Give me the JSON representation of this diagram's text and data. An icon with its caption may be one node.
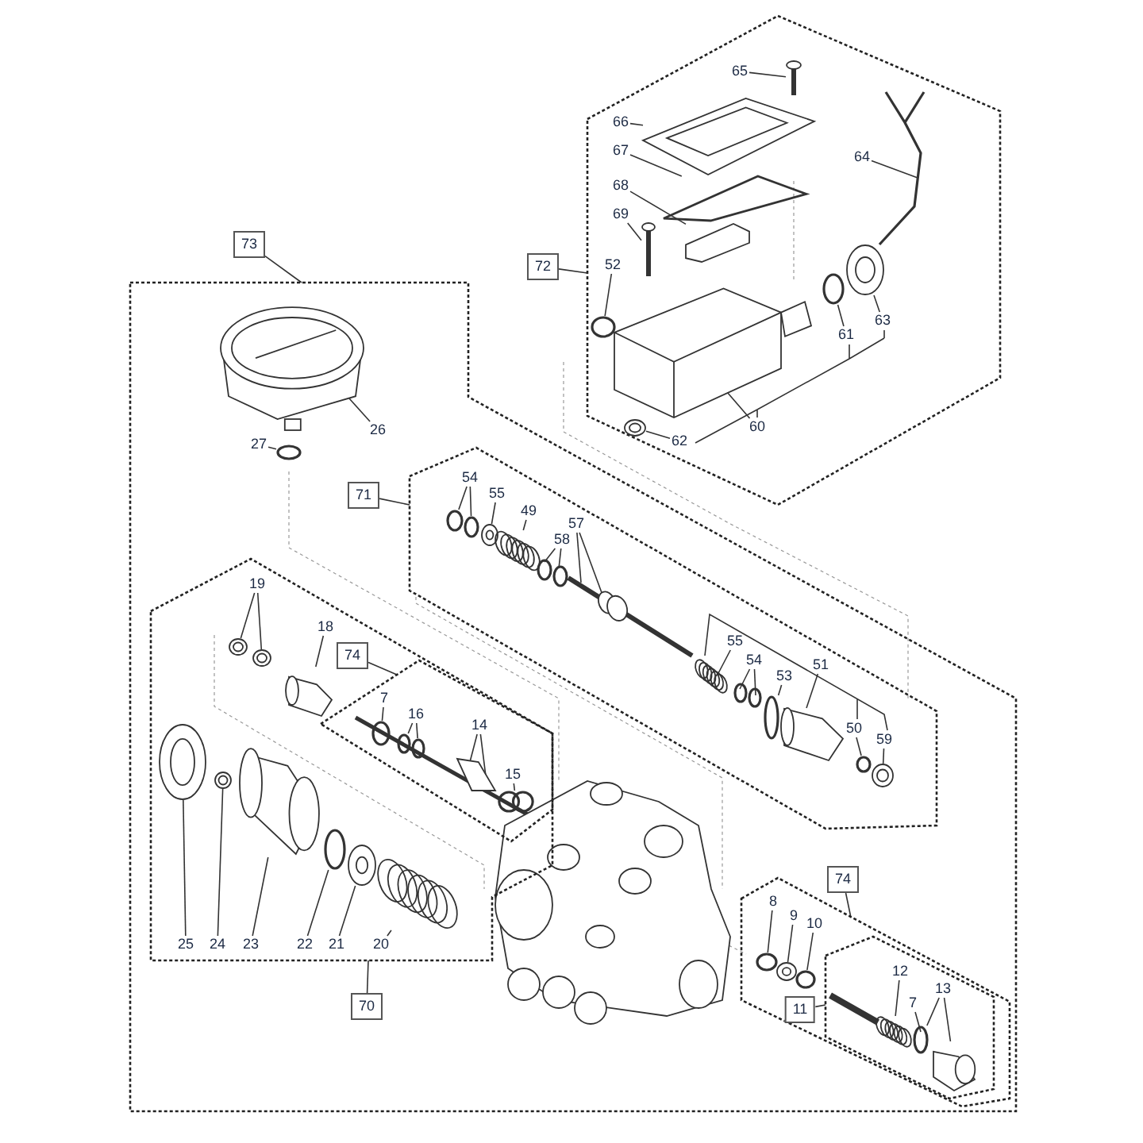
{
  "diagram": {
    "nodes": [
      {
        "text": [],
        "shape": "box"
      },
      {
        "text": [],
        "shape": "box"
      },
      {
        "text": [],
        "shape": "box",
        "in": 1
      },
      {
        "text": [],
        "shape": "box",
        "in": 1
      },
      {
        "text": [],
        "shape": "box",
        "in": 3
      },
      {
        "text": [],
        "shape": "box",
        "in": 1
      },
      {
        "text": [],
        "shape": "box",
        "in": 5
      },
      {
        "text": [
          "65"
        ],
        "in": 0
      },
      {
        "text": [
          "66"
        ],
        "in": 0
      },
      {
        "text": [
          "64"
        ],
        "in": 0
      },
      {
        "text": [
          "67"
        ],
        "in": 0
      },
      {
        "text": [
          "68"
        ],
        "in": 0
      },
      {
        "text": [
          "69"
        ],
        "in": 0
      },
      {
        "text": [
          "73"
        ]
      },
      {
        "text": [
          "72"
        ]
      },
      {
        "text": [
          "52"
        ],
        "in": 0
      },
      {
        "text": [
          "63"
        ],
        "in": 0
      },
      {
        "text": [
          "61"
        ],
        "in": 0
      },
      {
        "text": [
          "26"
        ],
        "in": 1
      },
      {
        "text": [
          "60"
        ],
        "in": 0
      },
      {
        "text": [
          "27"
        ],
        "in": 1
      },
      {
        "text": [
          "62"
        ],
        "in": 0
      },
      {
        "text": [
          "54"
        ],
        "in": 2
      },
      {
        "text": [
          "71"
        ],
        "in": 1
      },
      {
        "text": [
          "55"
        ],
        "in": 2
      },
      {
        "text": [
          "49"
        ],
        "in": 2
      },
      {
        "text": [
          "57"
        ],
        "in": 2
      },
      {
        "text": [
          "58"
        ],
        "in": 2
      },
      {
        "text": [
          "19"
        ],
        "in": 3
      },
      {
        "text": [
          "18"
        ],
        "in": 3
      },
      {
        "text": [
          "55"
        ],
        "in": 2
      },
      {
        "text": [
          "74"
        ],
        "in": 3
      },
      {
        "text": [
          "54"
        ],
        "in": 2
      },
      {
        "text": [
          "53"
        ],
        "in": 2
      },
      {
        "text": [
          "51"
        ],
        "in": 2
      },
      {
        "text": [
          "7"
        ],
        "in": 4
      },
      {
        "text": [
          "16"
        ],
        "in": 4
      },
      {
        "text": [
          "14"
        ],
        "in": 4
      },
      {
        "text": [
          "50"
        ],
        "in": 2
      },
      {
        "text": [
          "59"
        ],
        "in": 2
      },
      {
        "text": [
          "15"
        ],
        "in": 4
      },
      {
        "text": [
          "74"
        ],
        "in": 1
      },
      {
        "text": [
          "8"
        ],
        "in": 5
      },
      {
        "text": [
          "9"
        ],
        "in": 5
      },
      {
        "text": [
          "10"
        ],
        "in": 5
      },
      {
        "text": [
          "12"
        ],
        "in": 6
      },
      {
        "text": [
          "13"
        ],
        "in": 6
      },
      {
        "text": [
          "7"
        ],
        "in": 6
      },
      {
        "text": [
          "25"
        ],
        "in": 3
      },
      {
        "text": [
          "24"
        ],
        "in": 3
      },
      {
        "text": [
          "23"
        ],
        "in": 3
      },
      {
        "text": [
          "22"
        ],
        "in": 3
      },
      {
        "text": [
          "21"
        ],
        "in": 3
      },
      {
        "text": [
          "20"
        ],
        "in": 3
      },
      {
        "text": [
          "11"
        ],
        "in": 5
      },
      {
        "text": [
          "70"
        ],
        "in": 1
      },
      {
        "text": [],
        "shape": "picture",
        "in": 0
      },
      {
        "text": [],
        "shape": "picture",
        "in": 0
      },
      {
        "text": [],
        "shape": "picture",
        "in": 0
      },
      {
        "text": [],
        "shape": "picture",
        "in": 0
      },
      {
        "text": [],
        "shape": "picture",
        "in": 0
      },
      {
        "text": [],
        "shape": "picture",
        "in": 0
      },
      {
        "text": [],
        "shape": "circle",
        "in": 0
      },
      {
        "text": [],
        "shape": "picture",
        "in": 0
      },
      {
        "text": [],
        "shape": "circle",
        "in": 0
      },
      {
        "text": [],
        "shape": "picture",
        "in": 1
      },
      {
        "text": [],
        "shape": "picture",
        "in": 0
      },
      {
        "text": [],
        "shape": "circle",
        "in": 1
      },
      {
        "text": [],
        "shape": "picture",
        "in": 0
      },
      {
        "text": [],
        "shape": "circle",
        "in": 2
      },
      {
        "text": [],
        "shape": "circle",
        "in": 2
      },
      {
        "text": [],
        "shape": "picture",
        "in": 2
      },
      {
        "text": [],
        "shape": "picture",
        "in": 2
      },
      {
        "text": [],
        "shape": "circle",
        "in": 2
      },
      {
        "text": [],
        "shape": "circle",
        "in": 2
      },
      {
        "text": [],
        "shape": "picture",
        "in": 2
      },
      {
        "text": [],
        "shape": "picture",
        "in": 3
      },
      {
        "text": [],
        "shape": "picture",
        "in": 3
      },
      {
        "text": [],
        "shape": "picture",
        "in": 3
      },
      {
        "text": [],
        "shape": "picture",
        "in": 2
      },
      {
        "text": [],
        "shape": "circle",
        "in": 2
      },
      {
        "text": [],
        "shape": "circle",
        "in": 2
      },
      {
        "text": [],
        "shape": "circle",
        "in": 2
      },
      {
        "text": [],
        "shape": "picture",
        "in": 2
      },
      {
        "text": [],
        "shape": "circle",
        "in": 4
      },
      {
        "text": [],
        "shape": "circle",
        "in": 4
      },
      {
        "text": [],
        "shape": "circle",
        "in": 4
      },
      {
        "text": [],
        "shape": "picture",
        "in": 4
      },
      {
        "text": [],
        "shape": "circle",
        "in": 2
      },
      {
        "text": [],
        "shape": "picture",
        "in": 2
      },
      {
        "text": [],
        "shape": "circle",
        "in": 4
      },
      {
        "text": [],
        "shape": "circle",
        "in": 5
      },
      {
        "text": [],
        "shape": "picture",
        "in": 5
      },
      {
        "text": [],
        "shape": "circle",
        "in": 5
      },
      {
        "text": [],
        "shape": "picture",
        "in": 6
      },
      {
        "text": [],
        "shape": "circle",
        "in": 6
      },
      {
        "text": [],
        "shape": "picture",
        "in": 6
      },
      {
        "text": [],
        "shape": "picture",
        "in": 3
      },
      {
        "text": [],
        "shape": "picture",
        "in": 3
      },
      {
        "text": [],
        "shape": "picture",
        "in": 3
      },
      {
        "text": [],
        "shape": "circle",
        "in": 3
      },
      {
        "text": [],
        "shape": "picture",
        "in": 3
      },
      {
        "text": [],
        "shape": "picture",
        "in": 3
      }
    ],
    "edges": [
      {
        "from": 7,
        "to": 56,
        "arrow": "none"
      },
      {
        "from": 8,
        "to": 57,
        "arrow": "none"
      },
      {
        "from": 9,
        "to": 58,
        "arrow": "none"
      },
      {
        "from": 10,
        "to": 59,
        "arrow": "none"
      },
      {
        "from": 11,
        "to": 60,
        "arrow": "none"
      },
      {
        "from": 12,
        "to": 61,
        "arrow": "none"
      },
      {
        "from": 13,
        "to": 1,
        "arrow": "none"
      },
      {
        "from": 14,
        "to": 0,
        "arrow": "none"
      },
      {
        "from": 15,
        "to": 62,
        "arrow": "none"
      },
      {
        "from": 16,
        "to": 63,
        "arrow": "none"
      },
      {
        "from": 17,
        "to": 64,
        "arrow": "none"
      },
      {
        "from": 18,
        "to": 65,
        "arrow": "none"
      },
      {
        "from": 19,
        "to": 66,
        "arrow": "none"
      },
      {
        "from": 20,
        "to": 67,
        "arrow": "none"
      },
      {
        "from": 21,
        "to": 68,
        "arrow": "none"
      },
      {
        "from": 22,
        "to": 69,
        "arrow": "none"
      },
      {
        "from": 22,
        "to": 70,
        "arrow": "none"
      },
      {
        "from": 23,
        "to": 2,
        "arrow": "none"
      },
      {
        "from": 24,
        "to": 71,
        "arrow": "none"
      },
      {
        "from": 25,
        "to": 72,
        "arrow": "none"
      },
      {
        "from": 26,
        "to": 75,
        "arrow": "none"
      },
      {
        "from": 26,
        "to": 75,
        "arrow": "none"
      },
      {
        "from": 27,
        "to": 73,
        "arrow": "none"
      },
      {
        "from": 27,
        "to": 74,
        "arrow": "none"
      },
      {
        "from": 28,
        "to": 76,
        "arrow": "none"
      },
      {
        "from": 28,
        "to": 77,
        "arrow": "none"
      },
      {
        "from": 29,
        "to": 78,
        "arrow": "none"
      },
      {
        "from": 30,
        "to": 79,
        "arrow": "none"
      },
      {
        "from": 31,
        "to": 4,
        "arrow": "none"
      },
      {
        "from": 32,
        "to": 80,
        "arrow": "none"
      },
      {
        "from": 32,
        "to": 81,
        "arrow": "none"
      },
      {
        "from": 33,
        "to": 82,
        "arrow": "none"
      },
      {
        "from": 34,
        "to": 83,
        "arrow": "none"
      },
      {
        "from": 35,
        "to": 84,
        "arrow": "none"
      },
      {
        "from": 36,
        "to": 85,
        "arrow": "none"
      },
      {
        "from": 36,
        "to": 86,
        "arrow": "none"
      },
      {
        "from": 37,
        "to": 87,
        "arrow": "none"
      },
      {
        "from": 37,
        "to": 87,
        "arrow": "none"
      },
      {
        "from": 38,
        "to": 88,
        "arrow": "none"
      },
      {
        "from": 39,
        "to": 89,
        "arrow": "none"
      },
      {
        "from": 40,
        "to": 90,
        "arrow": "none"
      },
      {
        "from": 41,
        "to": 5,
        "arrow": "none"
      },
      {
        "from": 42,
        "to": 91,
        "arrow": "none"
      },
      {
        "from": 43,
        "to": 92,
        "arrow": "none"
      },
      {
        "from": 44,
        "to": 93,
        "arrow": "none"
      },
      {
        "from": 45,
        "to": 94,
        "arrow": "none"
      },
      {
        "from": 46,
        "to": 95,
        "arrow": "none"
      },
      {
        "from": 46,
        "to": 96,
        "arrow": "none"
      },
      {
        "from": 47,
        "to": 95,
        "arrow": "none"
      },
      {
        "from": 48,
        "to": 97,
        "arrow": "none"
      },
      {
        "from": 49,
        "to": 98,
        "arrow": "none"
      },
      {
        "from": 50,
        "to": 99,
        "arrow": "none"
      },
      {
        "from": 51,
        "to": 100,
        "arrow": "none"
      },
      {
        "from": 52,
        "to": 101,
        "arrow": "none"
      },
      {
        "from": 53,
        "to": 102,
        "arrow": "none"
      },
      {
        "from": 54,
        "to": 6,
        "arrow": "none"
      },
      {
        "from": 55,
        "to": 3,
        "arrow": "none"
      }
    ]
  }
}
